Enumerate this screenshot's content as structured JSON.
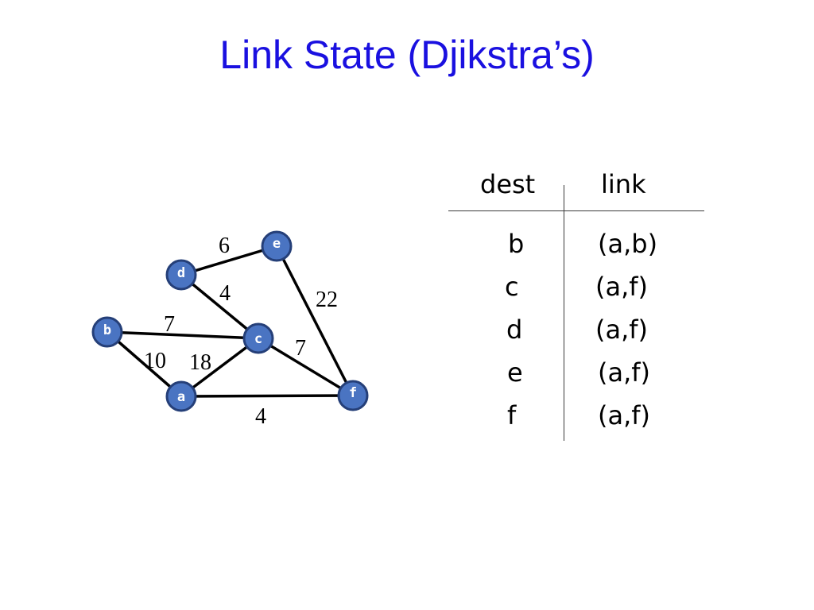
{
  "slide": {
    "title": "Link State (Djikstra’s)"
  },
  "graph": {
    "node_color": "#4a74c2",
    "node_border": "#253f78",
    "nodes": [
      {
        "id": "a",
        "label": "a"
      },
      {
        "id": "b",
        "label": "b"
      },
      {
        "id": "c",
        "label": "c"
      },
      {
        "id": "d",
        "label": "d"
      },
      {
        "id": "e",
        "label": "e"
      },
      {
        "id": "f",
        "label": "f"
      }
    ],
    "edges": [
      {
        "from": "d",
        "to": "e",
        "weight": "6"
      },
      {
        "from": "d",
        "to": "c",
        "weight": "4"
      },
      {
        "from": "e",
        "to": "f",
        "weight": "22"
      },
      {
        "from": "b",
        "to": "c",
        "weight": "7"
      },
      {
        "from": "c",
        "to": "f",
        "weight": "7"
      },
      {
        "from": "b",
        "to": "a",
        "weight": "10"
      },
      {
        "from": "a",
        "to": "c",
        "weight": "18"
      },
      {
        "from": "a",
        "to": "f",
        "weight": "4"
      }
    ]
  },
  "table": {
    "headers": {
      "dest": "dest",
      "link": "link"
    },
    "rows": [
      {
        "dest": "b",
        "link": "(a,b)"
      },
      {
        "dest": "c",
        "link": "(a,f)"
      },
      {
        "dest": "d",
        "link": "(a,f)"
      },
      {
        "dest": "e",
        "link": "(a,f)"
      },
      {
        "dest": "f",
        "link": "(a,f)"
      }
    ]
  }
}
